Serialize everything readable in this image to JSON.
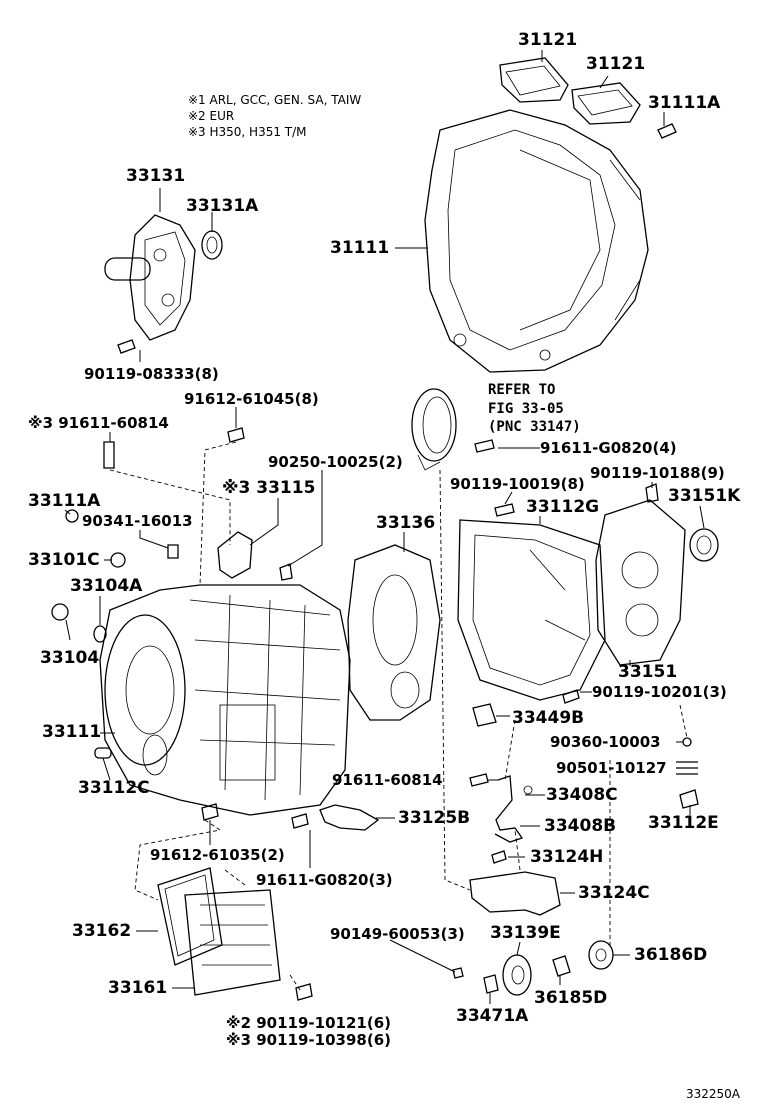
{
  "notes": [
    "※1 ARL, GCC, GEN. SA, TAIW",
    "※2 EUR",
    "※3 H350, H351 T/M"
  ],
  "reference": {
    "line1": "REFER TO",
    "line2": "FIG 33-05",
    "line3": "(PNC 33147)"
  },
  "parts": {
    "p31121a": "31121",
    "p31121b": "31121",
    "p31111a": "31111A",
    "p31111": "31111",
    "p33131": "33131",
    "p33131a": "33131A",
    "p90119_08333": "90119-08333(8)",
    "p91612_61045": "91612-61045(8)",
    "p91611_60814_top": "※3 91611-60814",
    "p91611_g0820_4": "91611-G0820(4)",
    "p90250_10025": "90250-10025(2)",
    "p90119_10019": "90119-10019(8)",
    "p90119_10188": "90119-10188(9)",
    "p33115": "※3 33115",
    "p33111a_left": "33111A",
    "p90341_16013": "90341-16013",
    "p33136": "33136",
    "p33112g": "33112G",
    "p33151k": "33151K",
    "p33101c": "33101C",
    "p33104a": "33104A",
    "p33104": "33104",
    "p33151": "33151",
    "p90119_10201": "90119-10201(3)",
    "p33449b": "33449B",
    "p33111": "33111",
    "p90360_10003": "90360-10003",
    "p90501_10127": "90501-10127",
    "p91611_60814_mid": "91611-60814",
    "p33112c": "33112C",
    "p33408c": "33408C",
    "p33112e": "33112E",
    "p33125b": "33125B",
    "p33408b": "33408B",
    "p91612_61035": "91612-61035(2)",
    "p91611_g0820_3": "91611-G0820(3)",
    "p33124h": "33124H",
    "p33124c": "33124C",
    "p33162": "33162",
    "p90149_60053": "90149-60053(3)",
    "p33139e": "33139E",
    "p36186d": "36186D",
    "p33161": "33161",
    "p36185d": "36185D",
    "p33471a": "33471A",
    "p90119_10121": "※2 90119-10121(6)",
    "p90119_10398": "※3 90119-10398(6)"
  },
  "figure_code": "332250A"
}
